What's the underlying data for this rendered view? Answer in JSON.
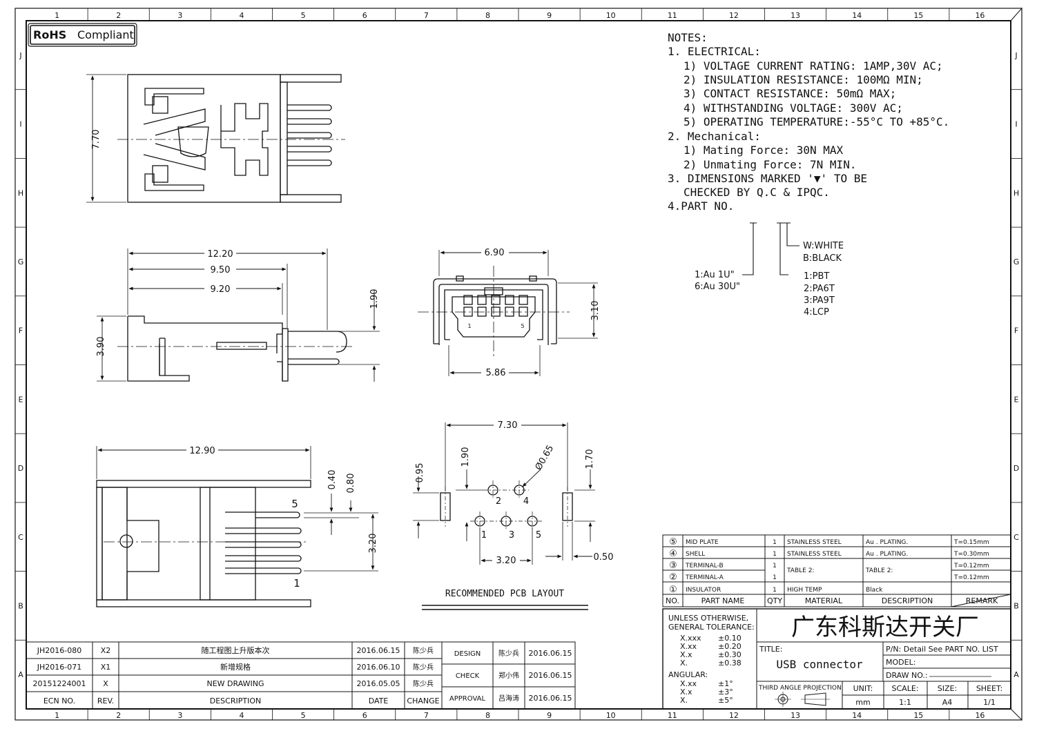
{
  "colors": {
    "line": "#111111",
    "dim": "#111111",
    "background": "#ffffff",
    "note_highlight": "#cc2222"
  },
  "frame": {
    "columns": [
      "1",
      "2",
      "3",
      "4",
      "5",
      "6",
      "7",
      "8",
      "9",
      "10",
      "11",
      "12",
      "13",
      "14",
      "15",
      "16"
    ],
    "rows": [
      "J",
      "I",
      "H",
      "G",
      "F",
      "E",
      "D",
      "C",
      "B",
      "A"
    ]
  },
  "rohs": {
    "bold": "RoHS",
    "label": "Compliant"
  },
  "views": {
    "top": {
      "height_dim": "7.70"
    },
    "side": {
      "dims": [
        "12.20",
        "9.50",
        "9.20",
        "1.90",
        "3.90"
      ]
    },
    "front": {
      "dims": [
        "6.90",
        "3.10",
        "5.86"
      ],
      "pin_first": "1",
      "pin_last": "5"
    },
    "bottom": {
      "dims": [
        "12.90",
        "0.40",
        "0.80",
        "3.20"
      ],
      "pin_top": "5",
      "pin_bottom": "1"
    },
    "pcb": {
      "dims": [
        "7.30",
        "0.95",
        "1.90",
        "Ø0.65",
        "1.70",
        "3.20",
        "0.50"
      ],
      "pins": [
        "1",
        "2",
        "3",
        "4",
        "5"
      ],
      "caption": "RECOMMENDED PCB LAYOUT"
    }
  },
  "notes": {
    "title": "NOTES:",
    "lines": [
      "1. ELECTRICAL:",
      "1) VOLTAGE CURRENT RATING: 1AMP,30V AC;",
      "2) INSULATION RESISTANCE: 100MΩ MIN;",
      "3) CONTACT RESISTANCE: 50mΩ MAX;",
      "4) WITHSTANDING VOLTAGE: 300V AC;",
      "5) OPERATING TEMPERATURE:-55°C TO +85°C.",
      "2. Mechanical:",
      "1) Mating Force: 30N MAX",
      "2) Unmating Force: 7N MIN.",
      "3. DIMENSIONS MARKED '▼' TO BE",
      "CHECKED BY Q.C & IPQC.",
      "4.PART NO."
    ],
    "part_no": {
      "color": [
        "W:WHITE",
        "B:BLACK"
      ],
      "material": [
        "1:PBT",
        "2:PA6T",
        "3:PA9T",
        "4:LCP"
      ],
      "plating": [
        "1:Au 1U\"",
        "6:Au 30U\""
      ]
    }
  },
  "bom": {
    "rows": [
      {
        "no": "⑤",
        "name": "MID PLATE",
        "qty": "1",
        "material": "STAINLESS STEEL",
        "description": "Au . PLATING.",
        "remark": "T=0.15mm"
      },
      {
        "no": "④",
        "name": "SHELL",
        "qty": "1",
        "material": "STAINLESS STEEL",
        "description": "Au . PLATING.",
        "remark": "T=0.30mm"
      },
      {
        "no": "③",
        "name": "TERMINAL-B",
        "qty": "1",
        "material": "TABLE 2:",
        "description": "TABLE 2:",
        "remark": "T=0.12mm"
      },
      {
        "no": "②",
        "name": "TERMINAL-A",
        "qty": "1",
        "material": "",
        "description": "",
        "remark": "T=0.12mm"
      },
      {
        "no": "①",
        "name": "INSULATOR",
        "qty": "1",
        "material": "HIGH TEMP",
        "description": "Black",
        "remark": ""
      }
    ],
    "header": {
      "no": "NO.",
      "name": "PART NAME",
      "qty": "QTY",
      "material": "MATERIAL",
      "description": "DESCRIPTION",
      "remark": "REMARK"
    }
  },
  "tolerance": {
    "title1": "UNLESS OTHERWISE,",
    "title2": "GENERAL TOLERANCE:",
    "linear": [
      [
        "X.xxx",
        "±0.10"
      ],
      [
        "X.xx",
        "±0.20"
      ],
      [
        "X.x",
        "±0.30"
      ],
      [
        "X.",
        "±0.38"
      ]
    ],
    "angular_label": "ANGULAR:",
    "angular": [
      [
        "X.xx",
        "±1°"
      ],
      [
        "X.x",
        "±3°"
      ],
      [
        "X.",
        "±5°"
      ]
    ]
  },
  "title_block": {
    "company": "广东科斯达开关厂",
    "title_label": "TITLE:",
    "title": "USB connector",
    "pn": "P/N: Detail  See  PART  NO.  LIST",
    "model": "MODEL:",
    "draw_no": "DRAW  NO.:",
    "projection": "THIRD  ANGLE  PROJECTION",
    "unit_label": "UNIT:",
    "unit": "mm",
    "scale_label": "SCALE:",
    "scale": "1:1",
    "size_label": "SIZE:",
    "size": "A4",
    "sheet_label": "SHEET:",
    "sheet": "1/1"
  },
  "approvals": [
    {
      "role": "DESIGN",
      "name": "陈少兵",
      "date": "2016.06.15"
    },
    {
      "role": "CHECK",
      "name": "郑小伟",
      "date": "2016.06.15"
    },
    {
      "role": "APPROVAL",
      "name": "吕海涛",
      "date": "2016.06.15"
    }
  ],
  "revisions": {
    "rows": [
      {
        "ecn": "JH2016-080",
        "rev": "X2",
        "description": "随工程图上升版本次",
        "date": "2016.06.15",
        "change": "陈少兵"
      },
      {
        "ecn": "JH2016-071",
        "rev": "X1",
        "description": "新增规格",
        "date": "2016.06.10",
        "change": "陈少兵"
      },
      {
        "ecn": "20151224001",
        "rev": "X",
        "description": "NEW DRAWING",
        "date": "2016.05.05",
        "change": "陈少兵"
      }
    ],
    "header": {
      "ecn": "ECN  NO.",
      "rev": "REV.",
      "description": "DESCRIPTION",
      "date": "DATE",
      "change": "CHANGE"
    }
  }
}
